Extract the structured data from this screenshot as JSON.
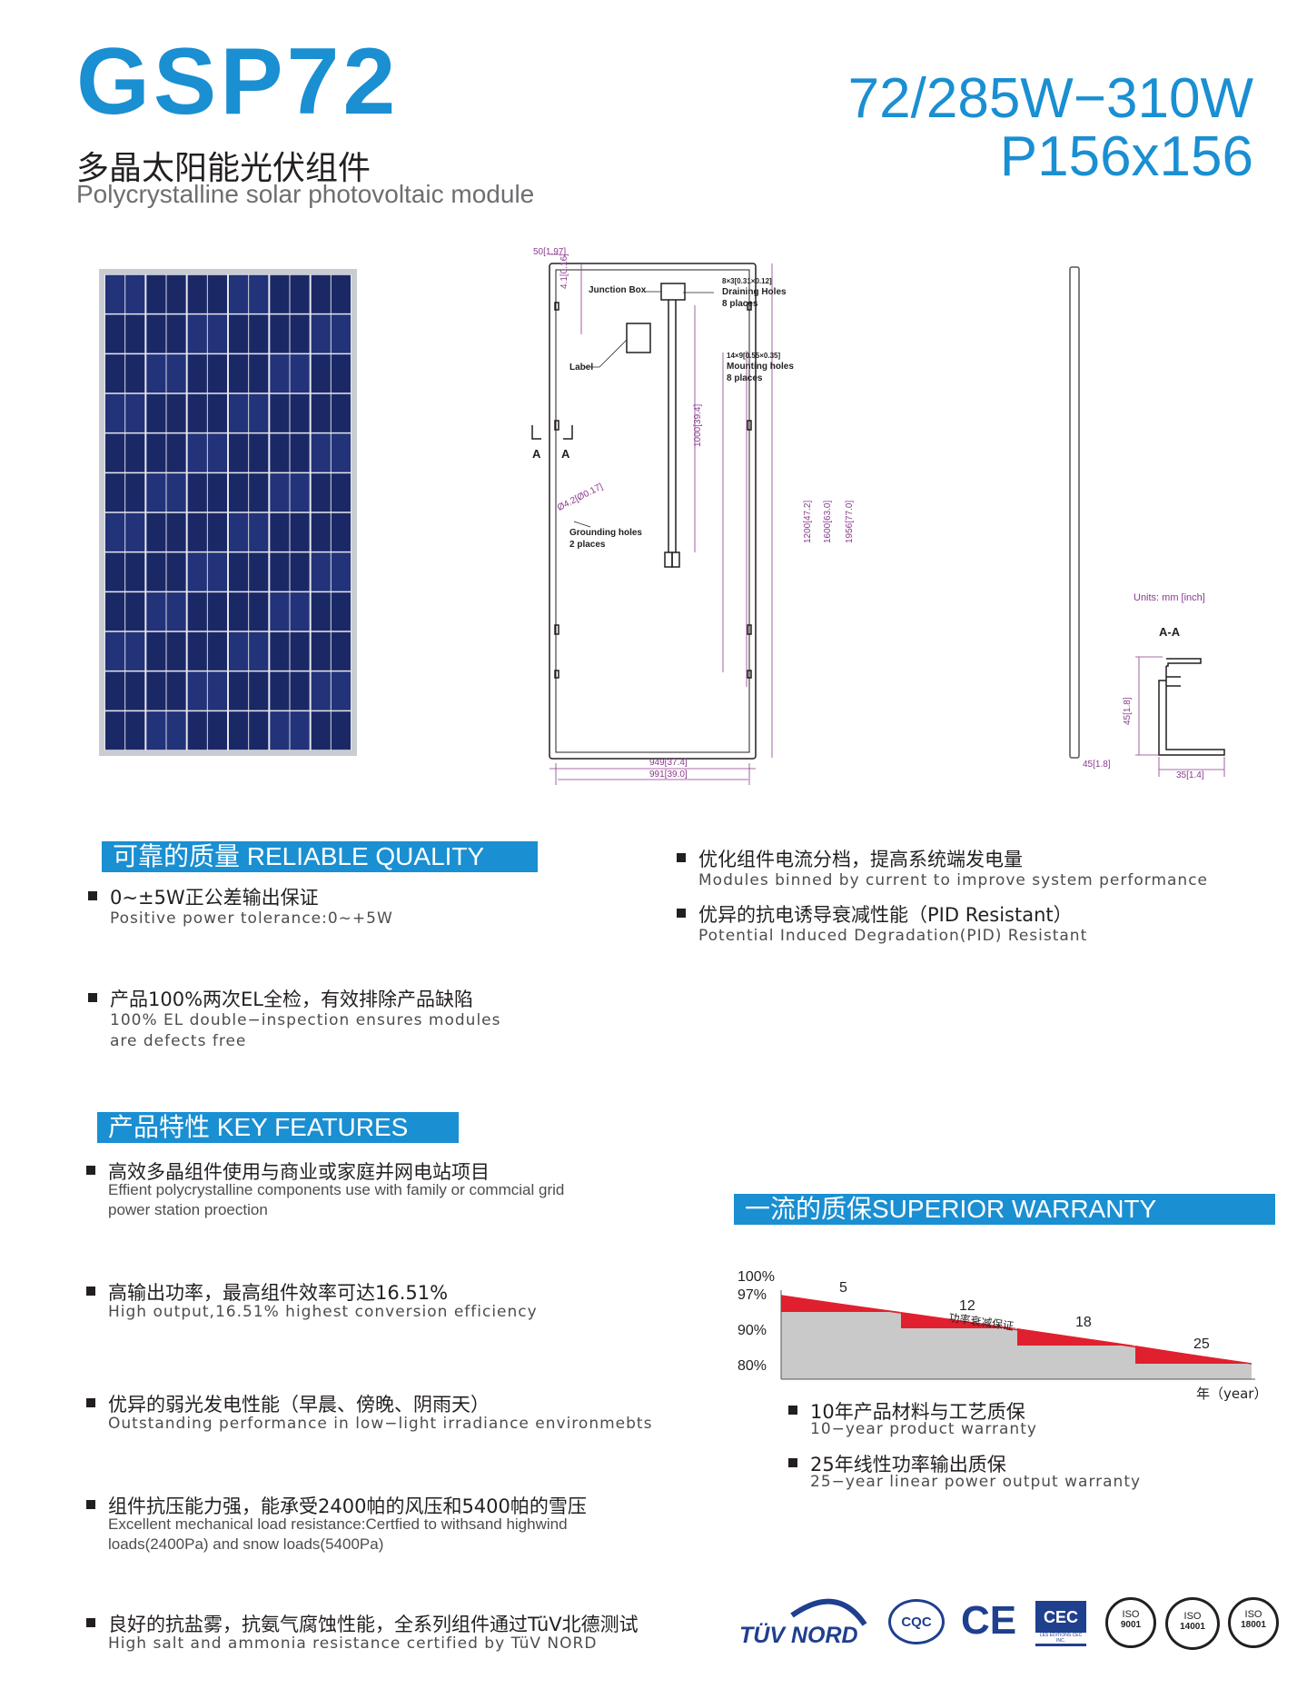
{
  "header": {
    "model": "GSP72",
    "title_cn": "多晶太阳能光伏组件",
    "title_en": "Polycrystalline  solar photovoltaic module",
    "spec_power": "72/285W−310W",
    "spec_cell": "P156x156"
  },
  "drawing": {
    "dim_top": "50[1.97]",
    "dim_side": "4.1[0.16]",
    "junction_box": "Junction Box",
    "draining_size": "8×3[0.31×0.12]",
    "draining_label": "Draining Holes",
    "draining_places": "8 places",
    "label": "Label",
    "mounting_size": "14×9[0.55×0.35]",
    "mounting_label": "Mounting holes",
    "mounting_places": "8 places",
    "cable_length": "1000[39.4]",
    "section_a": "A",
    "grounding_size": "Ø4.2[Ø0.17]",
    "grounding_label": "Grounding holes",
    "grounding_places": "2 places",
    "dim_1200": "1200[47.2]",
    "dim_1600": "1600[63.0]",
    "dim_1956": "1956[77.0]",
    "dim_949": "949[37.4]",
    "dim_991": "991[39.0]",
    "units": "Units: mm [inch]",
    "aa": "A-A",
    "dim_45h": "45[1.8]",
    "dim_45w": "45[1.8]",
    "dim_35": "35[1.4]"
  },
  "quality": {
    "heading": "可靠的质量 RELIABLE QUALITY",
    "items": [
      {
        "cn": "0~±5W正公差输出保证",
        "en": "Positive power tolerance:0~+5W"
      },
      {
        "cn": "产品100%两次EL全检，有效排除产品缺陷",
        "en": "100% EL double−inspection ensures modules",
        "en2": "are defects free"
      },
      {
        "cn": "优化组件电流分档，提高系统端发电量",
        "en": "Modules binned by current to improve system performance"
      },
      {
        "cn": "优异的抗电诱导衰减性能（PID Resistant）",
        "en": "Potential Induced Degradation(PID) Resistant"
      }
    ]
  },
  "features": {
    "heading": "产品特性 KEY FEATURES",
    "items": [
      {
        "cn": "高效多晶组件使用与商业或家庭并网电站项目",
        "en": "Effient polycrystalline components use with family or commcial grid",
        "en2": "power station proection"
      },
      {
        "cn": "高输出功率，最高组件效率可达16.51%",
        "en": "High output,16.51% highest conversion efficiency"
      },
      {
        "cn": "优异的弱光发电性能（早晨、傍晚、阴雨天）",
        "en": "Outstanding performance in low−light irradiance environmebts"
      },
      {
        "cn": "组件抗压能力强，能承受2400帕的风压和5400帕的雪压",
        "en": "Excellent mechanical load resistance:Certfied to withsand highwind",
        "en2": "loads(2400Pa) and snow loads(5400Pa)"
      },
      {
        "cn": "良好的抗盐雾，抗氨气腐蚀性能，全系列组件通过TüV北德测试",
        "en": "High salt and ammonia resistance certified by TüV NORD"
      }
    ]
  },
  "warranty": {
    "heading": "一流的质保SUPERIOR WARRANTY",
    "y_labels": [
      "100%",
      "97%",
      "90%",
      "80%"
    ],
    "year_labels": [
      "5",
      "12",
      "18",
      "25"
    ],
    "decay_label": "功率衰减保证",
    "x_unit": "年（year）",
    "items": [
      {
        "cn": "10年产品材料与工艺质保",
        "en": "10−year product warranty"
      },
      {
        "cn": "25年线性功率输出质保",
        "en": "25−year linear power output warranty"
      }
    ],
    "colors": {
      "fill": "#c9c9c9",
      "decay": "#e0202e"
    }
  },
  "certs": {
    "tuv": "TÜV NORD",
    "cqc": "CQC",
    "ce": "CE",
    "cec": "CEC",
    "cec_sub": "LES ÉDITIONS CEC INC.",
    "iso1": "ISO",
    "iso1n": "9001",
    "iso2": "ISO",
    "iso2n": "14001",
    "iso3": "ISO",
    "iso3n": "18001"
  },
  "colors": {
    "accent": "#1a8fd2",
    "panel": "#1d2a6b",
    "dim": "#8b3a8f"
  }
}
